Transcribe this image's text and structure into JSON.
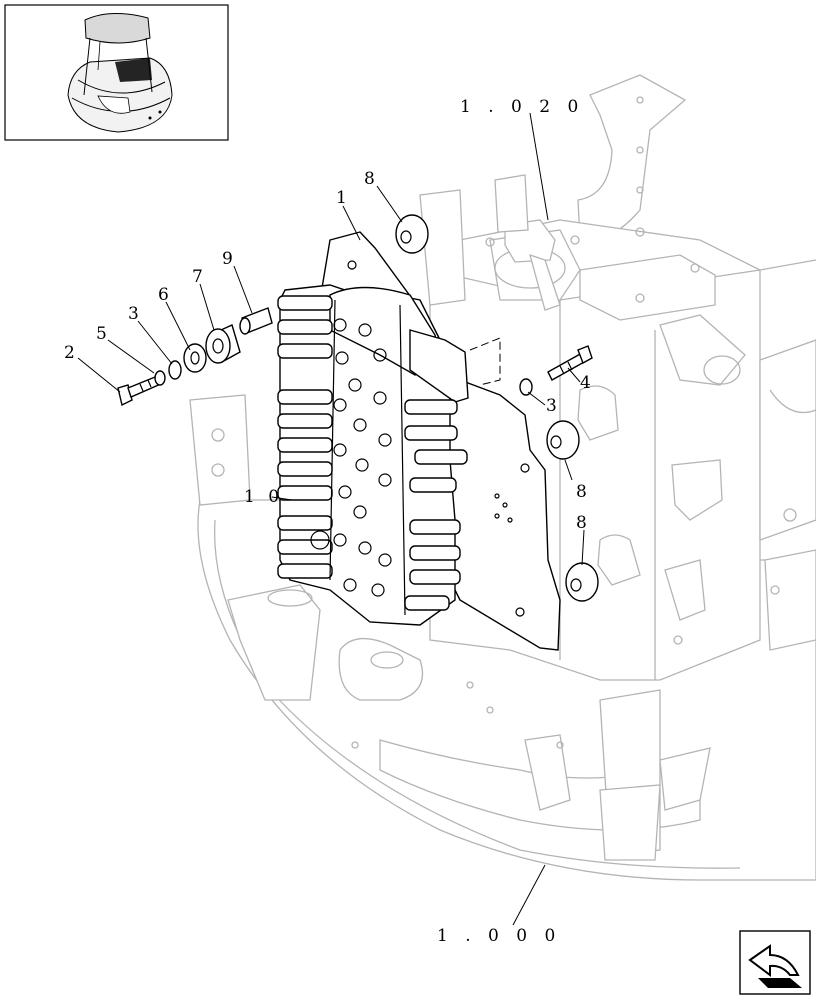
{
  "figure": {
    "callouts": [
      {
        "id": "c1",
        "label": "1"
      },
      {
        "id": "c2",
        "label": "2"
      },
      {
        "id": "c3a",
        "label": "3"
      },
      {
        "id": "c3b",
        "label": "3"
      },
      {
        "id": "c4",
        "label": "4"
      },
      {
        "id": "c5",
        "label": "5"
      },
      {
        "id": "c6",
        "label": "6"
      },
      {
        "id": "c7",
        "label": "7"
      },
      {
        "id": "c8a",
        "label": "8"
      },
      {
        "id": "c8b",
        "label": "8"
      },
      {
        "id": "c8c",
        "label": "8"
      },
      {
        "id": "c9",
        "label": "9"
      },
      {
        "id": "c10",
        "label": "1 0"
      }
    ],
    "references": [
      {
        "id": "ref-top",
        "label": "1 . 0 2 0"
      },
      {
        "id": "ref-bottom",
        "label": "1 . 0 0 0"
      }
    ]
  },
  "thumbnail": {
    "icon": "machine-overview-thumbnail"
  },
  "navigation": {
    "icon": "next-page-arrow-icon"
  }
}
